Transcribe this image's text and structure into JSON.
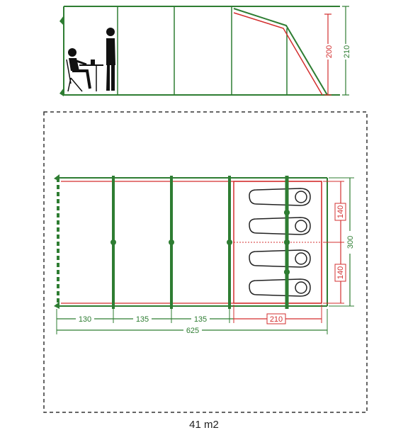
{
  "colors": {
    "green": "#2e7d32",
    "red": "#d32f2f",
    "figure": "#111111",
    "outline": "#333333"
  },
  "side_view": {
    "height_inner_label": "200",
    "height_outer_label": "210",
    "icons": [
      "seated-person-at-table-icon",
      "standing-person-icon"
    ]
  },
  "floor_plan": {
    "room_widths": [
      "130",
      "135",
      "135",
      "210"
    ],
    "total_length_label": "625",
    "sleeping_width_label": "300",
    "bedroom_widths": [
      "140",
      "140"
    ],
    "sleeping_bags": 4
  },
  "footprint": {
    "area_label": "41 m2"
  }
}
